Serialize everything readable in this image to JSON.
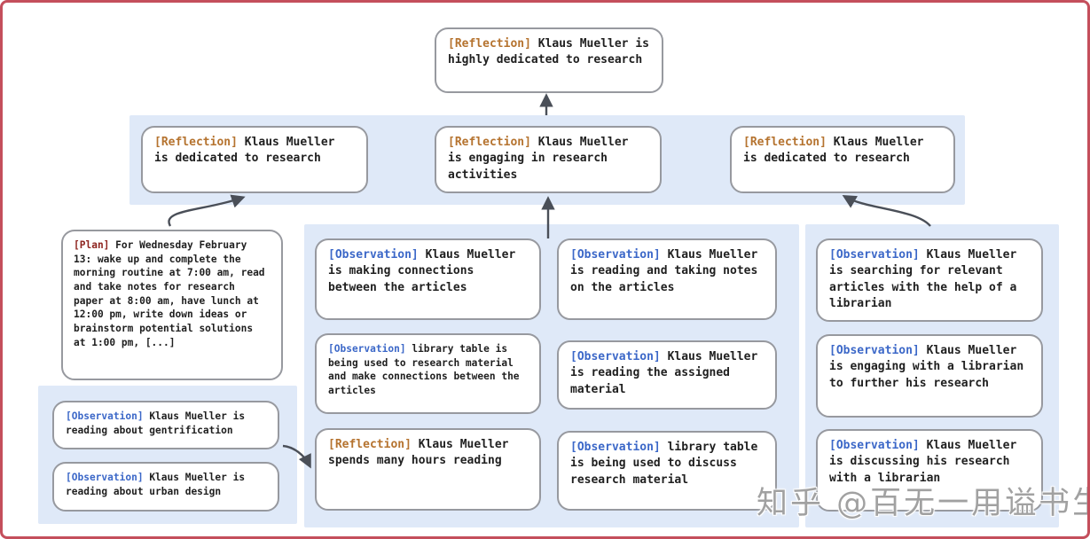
{
  "watermark": "知乎 @百无一用谥书生",
  "colors": {
    "frame_border": "#c44f5c",
    "band_background": "#dfe9f8",
    "node_border": "#97999f",
    "reflection_tag": "#b5732f",
    "plan_tag": "#8e241f",
    "observation_tag": "#3c68c8",
    "body_text": "#1f1f1f",
    "arrow": "#4a4f58"
  },
  "nodes": {
    "root_reflection": {
      "tag": "[Reflection]",
      "text": "Klaus Mueller is highly dedicated to research"
    },
    "reflection_left": {
      "tag": "[Reflection]",
      "text": "Klaus Mueller is dedicated to research"
    },
    "reflection_center": {
      "tag": "[Reflection]",
      "text": "Klaus Mueller is engaging in research activities"
    },
    "reflection_right": {
      "tag": "[Reflection]",
      "text": "Klaus Mueller is dedicated to research"
    },
    "plan": {
      "tag": "[Plan]",
      "text": "For Wednesday February 13: wake up and complete the morning routine at 7:00 am, read and take notes for research paper at 8:00 am, have lunch at 12:00 pm, write down ideas or brainstorm potential solutions at 1:00 pm, [...]"
    },
    "obs_gentrification": {
      "tag": "[Observation]",
      "text": "Klaus Mueller is reading about gentrification"
    },
    "obs_urban_design": {
      "tag": "[Observation]",
      "text": "Klaus Mueller is reading about urban design"
    },
    "obs_connections": {
      "tag": "[Observation]",
      "text": "Klaus Mueller is making connections between the articles"
    },
    "obs_library_research": {
      "tag": "[Observation]",
      "text": "library table is being used to research material and make connections between the articles"
    },
    "reflection_hours": {
      "tag": "[Reflection]",
      "text": "Klaus Mueller spends many hours reading"
    },
    "obs_taking_notes": {
      "tag": "[Observation]",
      "text": "Klaus Mueller is reading and taking notes on the articles"
    },
    "obs_assigned": {
      "tag": "[Observation]",
      "text": "Klaus Mueller is reading the assigned material"
    },
    "obs_discuss_material": {
      "tag": "[Observation]",
      "text": "library table is being used to discuss research material"
    },
    "obs_searching": {
      "tag": "[Observation]",
      "text": "Klaus Mueller is searching for relevant articles with the help of a librarian"
    },
    "obs_engaging_librarian": {
      "tag": "[Observation]",
      "text": "Klaus Mueller is engaging with a librarian to further his research"
    },
    "obs_discussing_librarian": {
      "tag": "[Observation]",
      "text": "Klaus Mueller is discussing his research with a librarian"
    }
  },
  "edges": [
    {
      "from": "reflection_center",
      "to": "root_reflection"
    },
    {
      "from": "plan",
      "to": "reflection_left"
    },
    {
      "from": "middle_observation_group",
      "to": "reflection_center"
    },
    {
      "from": "right_observation_group",
      "to": "reflection_right"
    },
    {
      "from": "left_observation_group",
      "to": "reflection_hours"
    }
  ]
}
